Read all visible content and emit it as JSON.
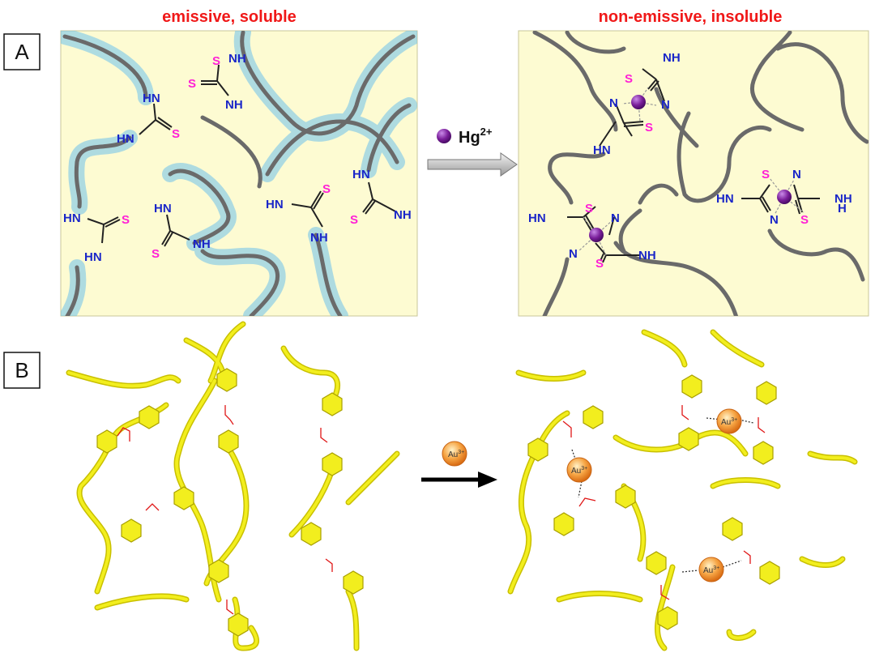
{
  "panel_a": {
    "label": "A",
    "left_heading": "emissive, soluble",
    "right_heading": "non-emissive, insoluble",
    "reagent": "Hg",
    "reagent_charge": "2+"
  },
  "panel_b": {
    "label": "B",
    "reagent": "Au",
    "reagent_charge": "3+"
  },
  "atoms": {
    "nh": "NH",
    "hn": "HN",
    "s": "S",
    "n": "N",
    "h": "H"
  },
  "colors": {
    "heading_red": "#f01818",
    "panel_bg": "#fdfbd2",
    "polymer_grey": "#6a6a6a",
    "glow_blue": "#6ec2ec",
    "amine_blue": "#1a26c8",
    "sulfur_magenta": "#ff1fd6",
    "mercury_purple": "#7a1f9a",
    "gold_orange": "#f59a3a",
    "polymer_yellow": "#e8e000",
    "thioamide_red": "#e01818"
  }
}
